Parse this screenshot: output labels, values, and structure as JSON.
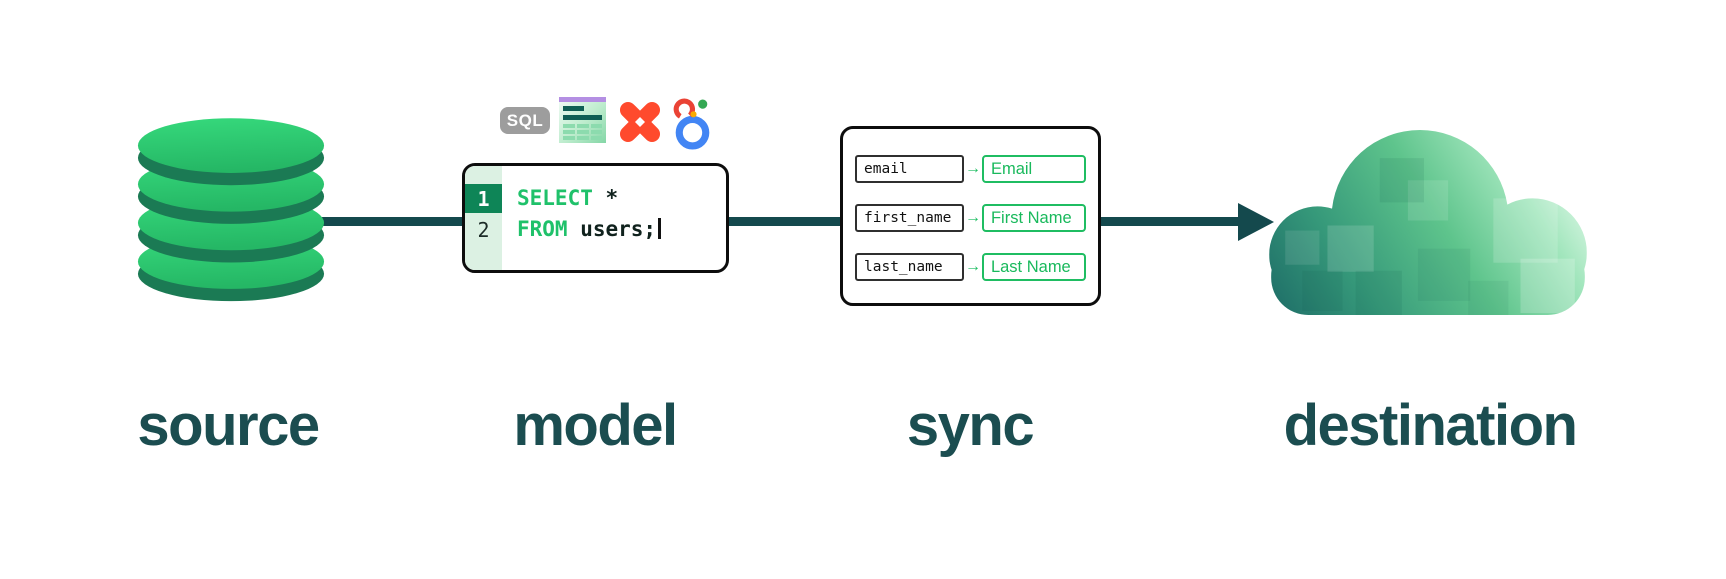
{
  "labels": {
    "source": "source",
    "model": "model",
    "sync": "sync",
    "destination": "destination"
  },
  "model": {
    "badge_label": "SQL",
    "code": {
      "lines": [
        {
          "number": "1",
          "keyword": "SELECT",
          "rest": " *"
        },
        {
          "number": "2",
          "keyword": "FROM",
          "rest": " users;"
        }
      ]
    }
  },
  "sync": {
    "arrow_glyph": "→",
    "mappings": [
      {
        "source_field": "email",
        "destination_field": "Email"
      },
      {
        "source_field": "first_name",
        "destination_field": "First Name"
      },
      {
        "source_field": "last_name",
        "destination_field": "Last Name"
      }
    ]
  },
  "icons": {
    "database": "green-database-cylinder",
    "sql_badge": "sql-badge",
    "spreadsheet": "spreadsheet-table",
    "dbt": "dbt-pinwheel",
    "looker": "looker-rings",
    "flow_arrow": "right-arrow",
    "cloud": "pixelated-green-cloud"
  },
  "colors": {
    "bright_green": "#2bc96f",
    "dark_teal": "#14494d",
    "label_teal": "#1b4d50",
    "code_green": "#1fc16a",
    "sync_green": "#1fbd62",
    "gutter_green": "#dcf1e3",
    "line_number_bg": "#0e8557",
    "dbt_orange": "#ff4a2d",
    "looker_blue": "#4285f4",
    "badge_gray": "#9d9d9d",
    "sheet_purple": "#b48fe3"
  }
}
